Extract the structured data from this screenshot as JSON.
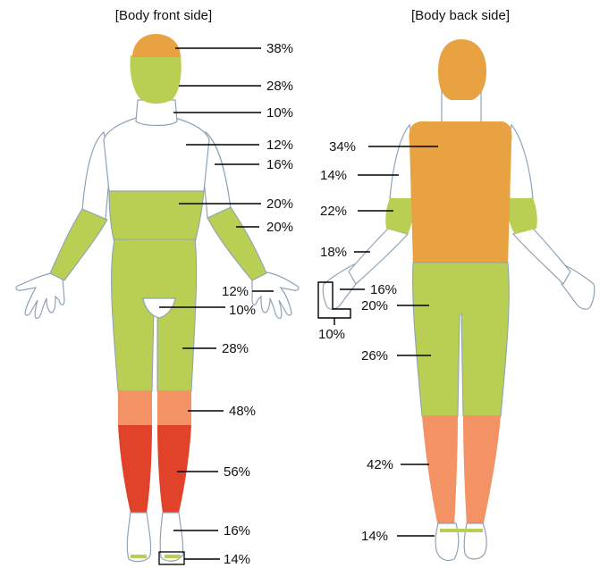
{
  "colors": {
    "orange": "#E8A242",
    "green": "#B8CF54",
    "salmon": "#F39365",
    "red": "#E1432A",
    "white": "#FFFFFF",
    "outline": "#8FA3B5"
  },
  "front": {
    "title": "[Body front side]",
    "labels": [
      "38%",
      "28%",
      "10%",
      "12%",
      "16%",
      "20%",
      "20%",
      "12%",
      "10%",
      "28%",
      "48%",
      "56%",
      "16%",
      "14%"
    ]
  },
  "back": {
    "title": "[Body back side]",
    "labels": [
      "34%",
      "14%",
      "22%",
      "18%",
      "16%",
      "20%",
      "10%",
      "26%",
      "42%",
      "14%"
    ]
  }
}
